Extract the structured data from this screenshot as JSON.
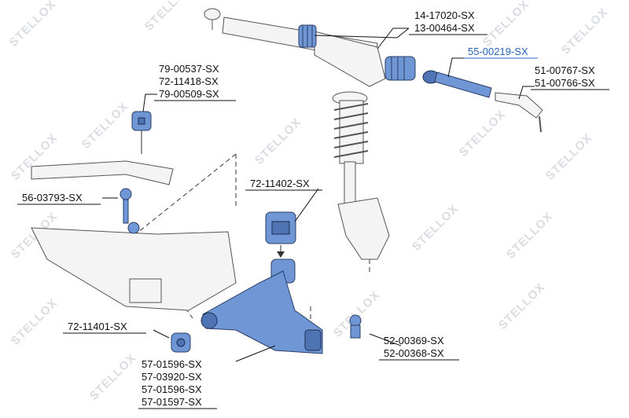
{
  "watermark": "STELLOX",
  "colors": {
    "part_blue": "#6f97d6",
    "highlight_label": "#2a64b8",
    "line": "#111111",
    "watermark": "#d9dde2"
  },
  "callouts": [
    {
      "name": "callout-steering-rack-boots",
      "labels": [
        "14-17020-SX",
        "13-00464-SX"
      ],
      "highlight": false
    },
    {
      "name": "callout-inner-tie-rod",
      "labels": [
        "55-00219-SX"
      ],
      "highlight": true
    },
    {
      "name": "callout-outer-tie-rod-end",
      "labels": [
        "51-00767-SX",
        "51-00766-SX"
      ],
      "highlight": false
    },
    {
      "name": "callout-stabilizer-bushings",
      "labels": [
        "79-00537-SX",
        "72-11418-SX",
        "79-00509-SX"
      ],
      "highlight": false
    },
    {
      "name": "callout-stabilizer-link",
      "labels": [
        "56-03793-SX"
      ],
      "highlight": false
    },
    {
      "name": "callout-rear-arm-bushing",
      "labels": [
        "72-11402-SX"
      ],
      "highlight": false
    },
    {
      "name": "callout-front-arm-bushing",
      "labels": [
        "72-11401-SX"
      ],
      "highlight": false
    },
    {
      "name": "callout-lower-control-arm",
      "labels": [
        "57-01596-SX",
        "57-03920-SX",
        "57-01596-SX",
        "57-01597-SX"
      ],
      "highlight": false
    },
    {
      "name": "callout-ball-joint",
      "labels": [
        "52-00369-SX",
        "52-00368-SX"
      ],
      "highlight": false
    }
  ]
}
